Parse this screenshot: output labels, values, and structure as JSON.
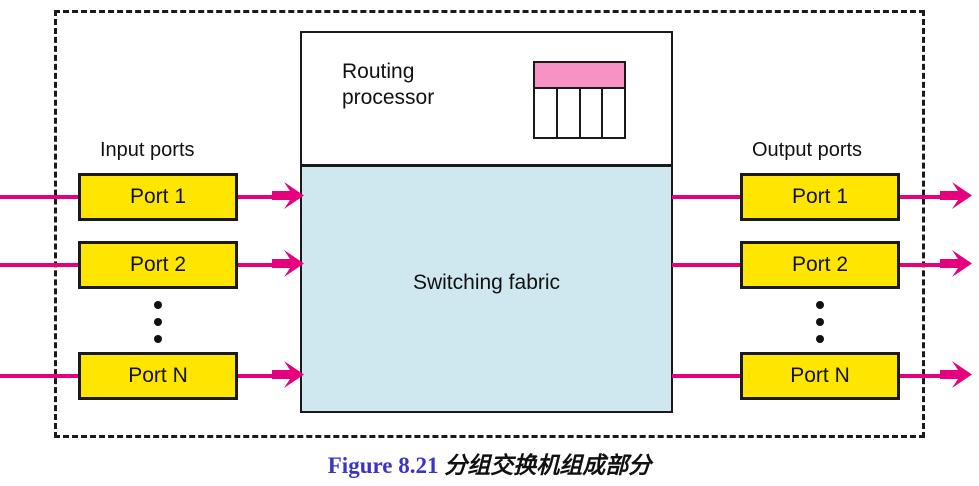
{
  "figure": {
    "caption_number": "Figure 8.21",
    "caption_title": "分组交换机组成部分"
  },
  "router": {
    "routing_processor_label": "Routing\nprocessor",
    "switching_fabric_label": "Switching fabric",
    "routing_table_icon": {
      "name": "routing-table-icon",
      "header_color": "#f792c4",
      "cell_count": 4
    }
  },
  "input_side": {
    "group_label": "Input ports",
    "ports": [
      {
        "label": "Port 1"
      },
      {
        "label": "Port 2"
      },
      {
        "label": "Port N"
      }
    ],
    "ellipsis": "⋮"
  },
  "output_side": {
    "group_label": "Output ports",
    "ports": [
      {
        "label": "Port 1"
      },
      {
        "label": "Port 2"
      },
      {
        "label": "Port N"
      }
    ],
    "ellipsis": "⋮"
  },
  "colors": {
    "port_fill": "#ffe600",
    "fabric_fill": "#cfe8f0",
    "flow_line": "#e5007d",
    "table_header": "#f792c4",
    "outline": "#1a1a1a",
    "caption_number": "#3b34c4"
  }
}
